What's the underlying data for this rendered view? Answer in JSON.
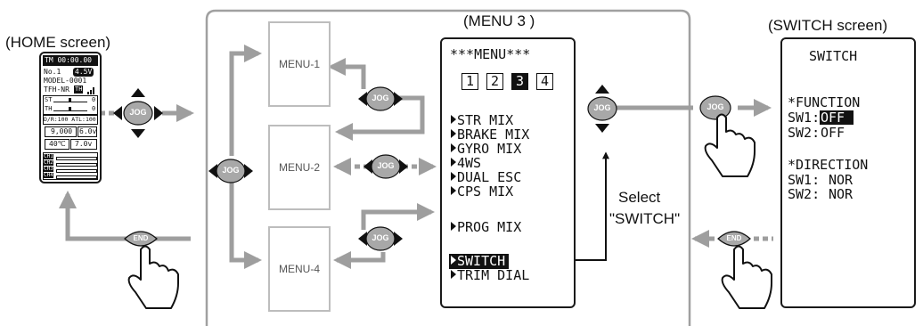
{
  "labels": {
    "home_title": "(HOME screen)",
    "menu3_title": "(MENU 3 )",
    "switch_title": "(SWITCH screen)",
    "select_line1": "Select",
    "select_line2": "\"SWITCH\""
  },
  "buttons": {
    "jog": "JOG",
    "end": "END"
  },
  "menu_boxes": [
    "MENU-1",
    "MENU-2",
    "MENU-4"
  ],
  "home": {
    "timer": "TM 00:00.00",
    "model_no": "No.1",
    "voltage_badge": "4.5V",
    "model_name": "MODEL-0001",
    "model_type": "TFH-NR",
    "type_badge": "TH",
    "trim_st": "ST",
    "trim_th": "TH",
    "trim_zero": "0",
    "dr_atl": "D/R:100 ATL:100",
    "rpm": "9,000",
    "batt1": "6.0v",
    "temp": "40℃",
    "batt2": "7.0v",
    "channels": [
      "CH1",
      "CH2",
      "CH3",
      "CH4"
    ]
  },
  "menu3": {
    "header": "***MENU***",
    "tabs": [
      "1",
      "2",
      "3",
      "4"
    ],
    "active_tab": "3",
    "items": [
      "STR MIX",
      "BRAKE MIX",
      "GYRO MIX",
      "4WS",
      "DUAL ESC",
      "CPS MIX",
      "PROG MIX",
      "SWITCH",
      "TRIM DIAL"
    ],
    "selected_item": "SWITCH"
  },
  "switch": {
    "title": "SWITCH",
    "function_heading": "*FUNCTION",
    "sw1_label": "SW1:",
    "sw1_value": "OFF",
    "sw2_label": "SW2:",
    "sw2_value": "OFF",
    "direction_heading": "*DIRECTION",
    "dir_sw1_label": "SW1:",
    "dir_sw1_value": "NOR",
    "dir_sw2_label": "SW2:",
    "dir_sw2_value": "NOR"
  },
  "colors": {
    "arrow": "#9e9e9e",
    "button": "#a8a8a8",
    "frame": "#9e9e9e",
    "lcd_ink": "#111111"
  }
}
